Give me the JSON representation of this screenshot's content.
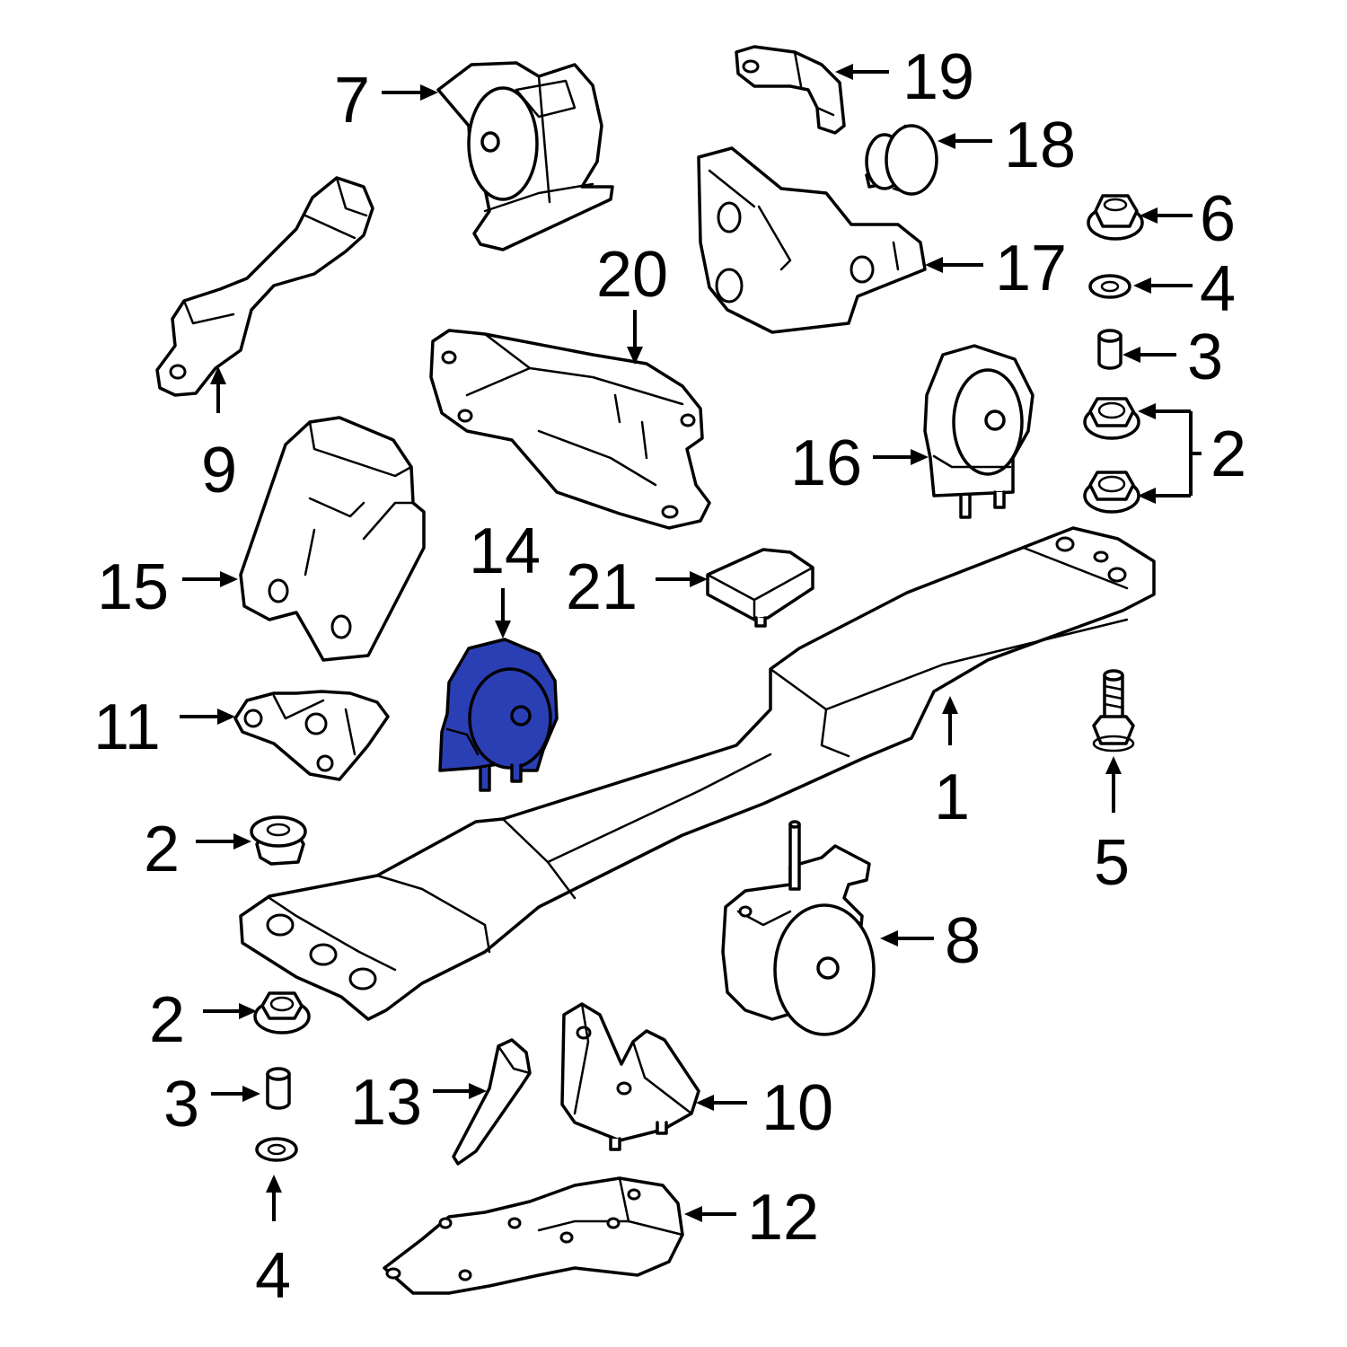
{
  "highlight_color": "#2b3fb5",
  "line_color": "#000000",
  "background_color": "#ffffff",
  "highlighted_part": "14",
  "callouts": {
    "c1": "1",
    "c2a": "2",
    "c2b": "2",
    "c2c": "2",
    "c3a": "3",
    "c3b": "3",
    "c4a": "4",
    "c4b": "4",
    "c5": "5",
    "c6": "6",
    "c7": "7",
    "c8": "8",
    "c9": "9",
    "c10": "10",
    "c11": "11",
    "c12": "12",
    "c13": "13",
    "c14": "14",
    "c15": "15",
    "c16": "16",
    "c17": "17",
    "c18": "18",
    "c19": "19",
    "c20": "20",
    "c21": "21"
  }
}
